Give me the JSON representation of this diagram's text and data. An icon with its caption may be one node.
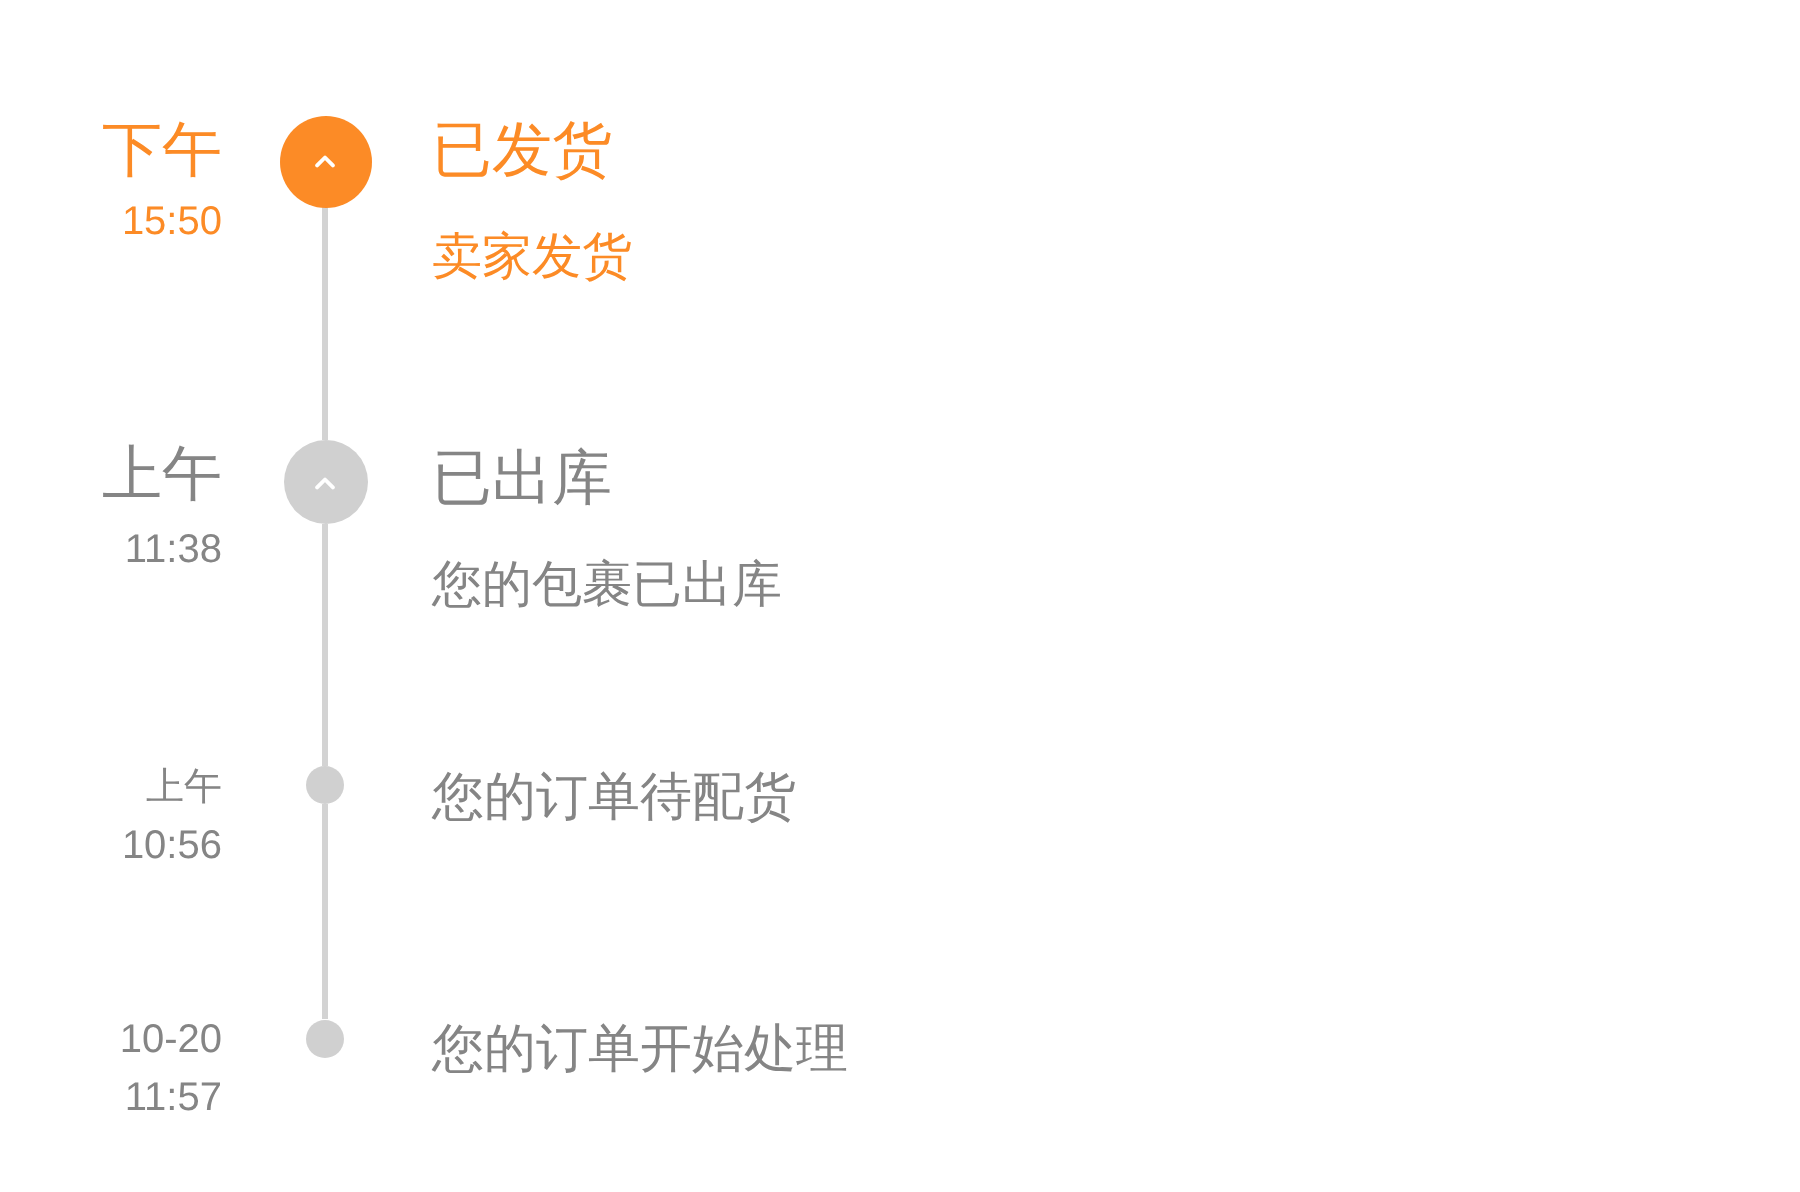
{
  "diagram": {
    "nodes": [
      {
        "text": [],
        "shape": "circle",
        "beside": [
          "下午",
          "15:50",
          "已发货",
          "卖家发货"
        ]
      },
      {
        "text": [],
        "shape": "circle",
        "beside": [
          "上午",
          "11:38",
          "已出库",
          "您的包裹已出库"
        ]
      },
      {
        "text": [],
        "shape": "circle",
        "beside": [
          "上午",
          "10:56",
          "您的订单待配货"
        ]
      },
      {
        "text": [],
        "shape": "circle",
        "beside": [
          "10-20",
          "11:57",
          "您的订单开始处理"
        ]
      }
    ],
    "edges": [
      {
        "from": 0,
        "to": 1,
        "arrow": "none"
      },
      {
        "from": 1,
        "to": 2,
        "arrow": "none"
      },
      {
        "from": 2,
        "to": 3,
        "arrow": "none"
      }
    ]
  }
}
